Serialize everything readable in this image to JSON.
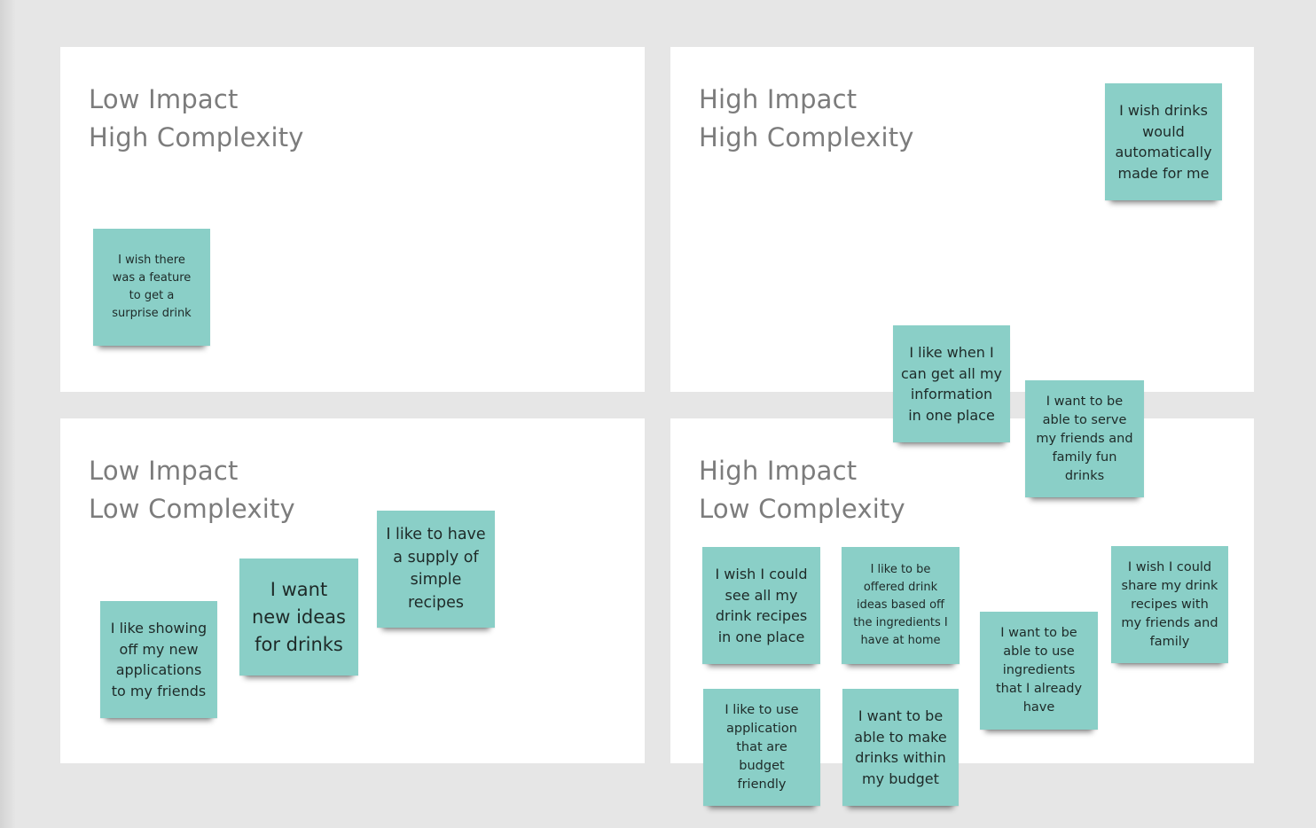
{
  "quadrants": {
    "low_impact_high_complexity": {
      "line1": "Low Impact",
      "line2": "High Complexity"
    },
    "high_impact_high_complexity": {
      "line1": "High Impact",
      "line2": "High Complexity"
    },
    "low_impact_low_complexity": {
      "line1": "Low Impact",
      "line2": "Low Complexity"
    },
    "high_impact_low_complexity": {
      "line1": "High Impact",
      "line2": "Low Complexity"
    }
  },
  "notes": {
    "surprise_drink": "I wish there\nwas a feature\nto get a\nsurprise drink",
    "automatic_drinks": "I wish drinks\nwould\nautomatically\nmade for me",
    "all_info_one_place": "I like when I\ncan get all my\ninformation\nin one place",
    "serve_friends_family": "I want to be\nable to serve\nmy friends and\nfamily fun\ndrinks",
    "showing_off_apps": "I like showing\noff my new\napplications\nto my friends",
    "new_ideas": "I want\nnew ideas\nfor drinks",
    "simple_recipes": "I like to have\na supply of\nsimple\nrecipes",
    "see_all_recipes": "I wish I could\nsee all my\ndrink recipes\nin one place",
    "offered_ideas_ingredients": "I like to be\noffered drink\nideas based off\nthe ingredients I\nhave at home",
    "use_ingredients_have": "I want to be\nable to use\ningredients\nthat I already\nhave",
    "share_recipes": "I wish I could\nshare my drink\nrecipes with\nmy friends and\nfamily",
    "budget_friendly_app": "I like to use\napplication\nthat are\nbudget\nfriendly",
    "drinks_within_budget": "I want to be\nable to make\ndrinks within\nmy budget"
  }
}
